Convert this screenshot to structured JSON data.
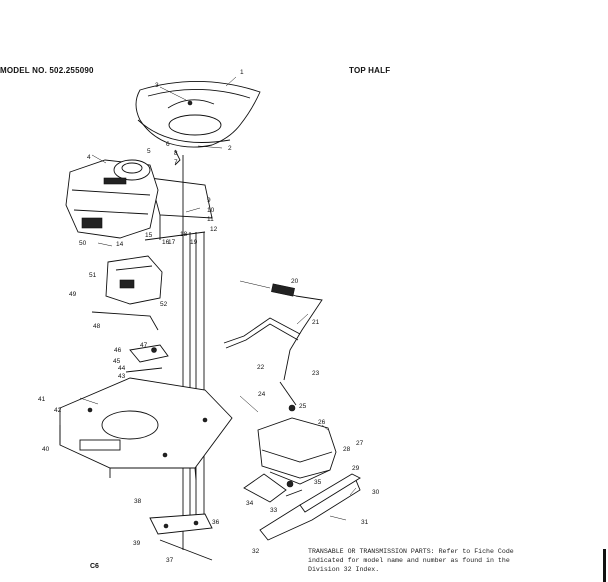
{
  "header": {
    "model": "MODEL NO. 502.255090",
    "section": "TOP HALF"
  },
  "parts": [
    "1",
    "2",
    "3",
    "4",
    "5",
    "6",
    "7",
    "8",
    "9",
    "10",
    "11",
    "12",
    "14",
    "15",
    "16",
    "17",
    "18",
    "19",
    "20",
    "21",
    "22",
    "23",
    "24",
    "25",
    "26",
    "27",
    "28",
    "29",
    "30",
    "31",
    "32",
    "33",
    "34",
    "35",
    "36",
    "37",
    "38",
    "39",
    "40",
    "41",
    "42",
    "43",
    "44",
    "45",
    "46",
    "47",
    "48",
    "49",
    "50",
    "51",
    "52"
  ],
  "footnote": {
    "line1": "TRANSABLE OR TRANSMISSION PARTS:  Refer to Fiche Code",
    "line2": "indicated for model name and number as found in the",
    "line3": "Division 32 Index."
  },
  "page_code": "C6"
}
